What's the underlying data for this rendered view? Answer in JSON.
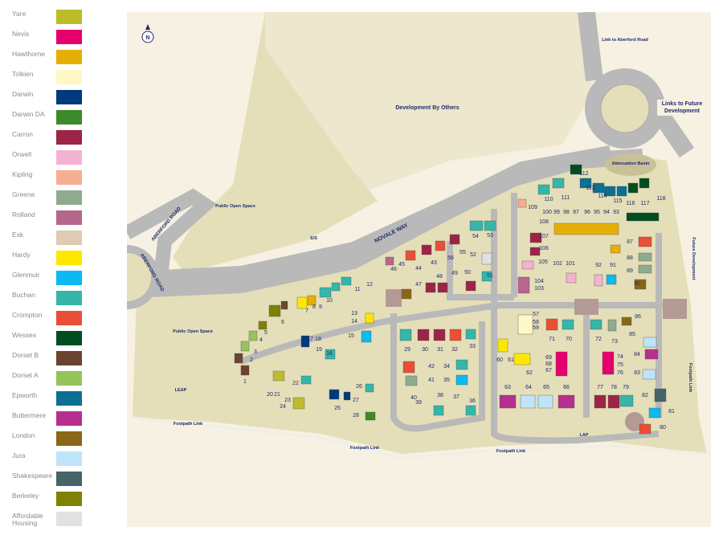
{
  "legend": [
    {
      "name": "Yare",
      "color": "#bdbd2c"
    },
    {
      "name": "Nevis",
      "color": "#e5006d"
    },
    {
      "name": "Hawthorne",
      "color": "#e6af06"
    },
    {
      "name": "Tolkien",
      "color": "#fff7c6"
    },
    {
      "name": "Darwin",
      "color": "#003a7d"
    },
    {
      "name": "Darwin DA",
      "color": "#3d8a2a"
    },
    {
      "name": "Carron",
      "color": "#9c2447"
    },
    {
      "name": "Orwell",
      "color": "#f5b1d2"
    },
    {
      "name": "Kipling",
      "color": "#f5ae92"
    },
    {
      "name": "Greene",
      "color": "#8fab8e"
    },
    {
      "name": "Rolland",
      "color": "#b7668d"
    },
    {
      "name": "Esk",
      "color": "#dfcab3"
    },
    {
      "name": "Hardy",
      "color": "#ffe800"
    },
    {
      "name": "Glenmuir",
      "color": "#0abaf0"
    },
    {
      "name": "Buchan",
      "color": "#35b6a8"
    },
    {
      "name": "Crompton",
      "color": "#ea4e35"
    },
    {
      "name": "Wessex",
      "color": "#014d22"
    },
    {
      "name": "Dorset B",
      "color": "#6b4430"
    },
    {
      "name": "Dorset A",
      "color": "#95c45a"
    },
    {
      "name": "Epworth",
      "color": "#0c7094"
    },
    {
      "name": "Buttermere",
      "color": "#b72f8e"
    },
    {
      "name": "London",
      "color": "#8a6617"
    },
    {
      "name": "Jura",
      "color": "#bfe4f9"
    },
    {
      "name": "Shakespeare",
      "color": "#46636a"
    },
    {
      "name": "Berkeley",
      "color": "#7d8300"
    },
    {
      "name": "Affordable Housing",
      "color": "#e1e1e1"
    }
  ],
  "map": {
    "north": "N",
    "labels": {
      "development_by_others": "Development By Others",
      "link_aberford": "Link to Aberford Road",
      "links_future": "Links to Future Development",
      "attenuation": "Attenuation Basin",
      "pos_top": "Public Open Space",
      "pos_left": "Public Open Space",
      "aberford_road_1": "ABERFORD ROAD",
      "aberford_road_2": "ABERFORD ROAD",
      "novale_way": "NOVALE WAY",
      "ss": "S/S",
      "leap": "LEAP",
      "lap": "LAP",
      "footpath_1": "Footpath Link",
      "footpath_2": "Footpath Link",
      "footpath_3": "Footpath Link",
      "footpath_east": "Footpath Link",
      "future_development": "Future Development"
    },
    "colors": {
      "background": "#f6f1e2",
      "site": "#e4dfb9",
      "road": "#b9b9b9",
      "paving": "#b49a94"
    },
    "plots": [
      "1",
      "2",
      "3",
      "4",
      "5",
      "6",
      "7",
      "8",
      "9",
      "10",
      "11",
      "12",
      "13",
      "14",
      "15",
      "16",
      "17",
      "18",
      "19",
      "20",
      "21",
      "22",
      "23",
      "24",
      "25",
      "26",
      "27",
      "28",
      "29",
      "30",
      "31",
      "32",
      "33",
      "34",
      "35",
      "36",
      "37",
      "38",
      "39",
      "40",
      "41",
      "42",
      "43",
      "44",
      "45",
      "46",
      "47",
      "48",
      "49",
      "50",
      "51",
      "52",
      "53",
      "54",
      "55",
      "56",
      "57",
      "58",
      "59",
      "60",
      "61",
      "62",
      "63",
      "64",
      "65",
      "66",
      "67",
      "68",
      "69",
      "70",
      "71",
      "72",
      "73",
      "74",
      "75",
      "76",
      "77",
      "78",
      "79",
      "80",
      "81",
      "82",
      "83",
      "84",
      "85",
      "86",
      "87",
      "88",
      "89",
      "90",
      "91",
      "92",
      "93",
      "94",
      "95",
      "96",
      "97",
      "98",
      "99",
      "100",
      "101",
      "102",
      "103",
      "104",
      "105",
      "106",
      "107",
      "108",
      "109",
      "110",
      "111",
      "112",
      "113",
      "114",
      "115",
      "116",
      "117",
      "118"
    ]
  }
}
